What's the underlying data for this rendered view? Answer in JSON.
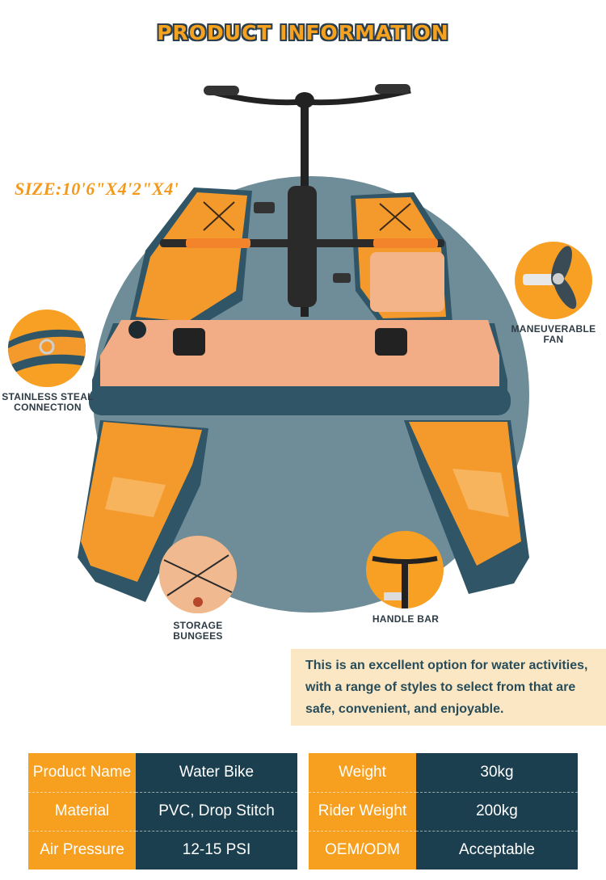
{
  "title": "PRODUCT INFORMATION",
  "size_label": "SIZE:10'6\"X4'2\"X4'",
  "features": {
    "fan": "MANEUVERABLE FAN",
    "connection": "STAINLESS STEAL CONNECTION",
    "bungees": "STORAGE BUNGEES",
    "handlebar": "HANDLE BAR"
  },
  "description": "This is an excellent option for water activities, with a range of styles to select from that are safe, convenient, and enjoyable.",
  "specs_left": [
    {
      "label": "Product Name",
      "value": "Water Bike"
    },
    {
      "label": "Material",
      "value": "PVC, Drop Stitch"
    },
    {
      "label": "Air Pressure",
      "value": "12-15 PSI"
    }
  ],
  "specs_right": [
    {
      "label": "Weight",
      "value": "30kg"
    },
    {
      "label": "Rider Weight",
      "value": "200kg"
    },
    {
      "label": "OEM/ODM",
      "value": "Acceptable"
    }
  ],
  "colors": {
    "accent_orange": "#f7a020",
    "dark_teal": "#1b3f4f",
    "circle_grey": "#6f8d98",
    "desc_bg": "#fbe7c4"
  }
}
